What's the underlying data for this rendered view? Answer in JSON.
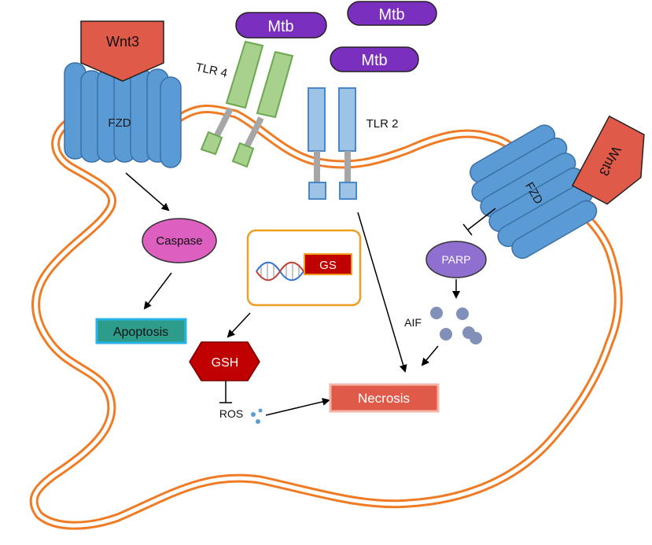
{
  "colors": {
    "membrane": "#f07b25",
    "mtb": "#7b2fbe",
    "wnt3": "#e05a4a",
    "fzd": "#5b9bd5",
    "tlr4": "#a9d18e",
    "tlr2": "#9dc3e6",
    "caspase": "#dd5fbf",
    "parp": "#8f6fd0",
    "apoptosis_fill": "#2e9c8a",
    "apoptosis_border": "#27b3e6",
    "gsh": "#c00000",
    "necrosis": "#e05a4a",
    "gs_box": "#c00000",
    "gs_frame": "#f0a020",
    "particles": "#8090b8"
  },
  "labels": {
    "mtb": [
      "Mtb",
      "Mtb",
      "Mtb"
    ],
    "wnt3_left": "Wnt3",
    "wnt3_right": "Wnt3",
    "fzd_left": "FZD",
    "fzd_right": "FZD",
    "tlr4": "TLR 4",
    "tlr2": "TLR 2",
    "caspase": "Caspase",
    "apoptosis": "Apoptosis",
    "gs": "GS",
    "gsh": "GSH",
    "ros": "ROS",
    "necrosis": "Necrosis",
    "parp": "PARP",
    "aif": "AIF"
  }
}
